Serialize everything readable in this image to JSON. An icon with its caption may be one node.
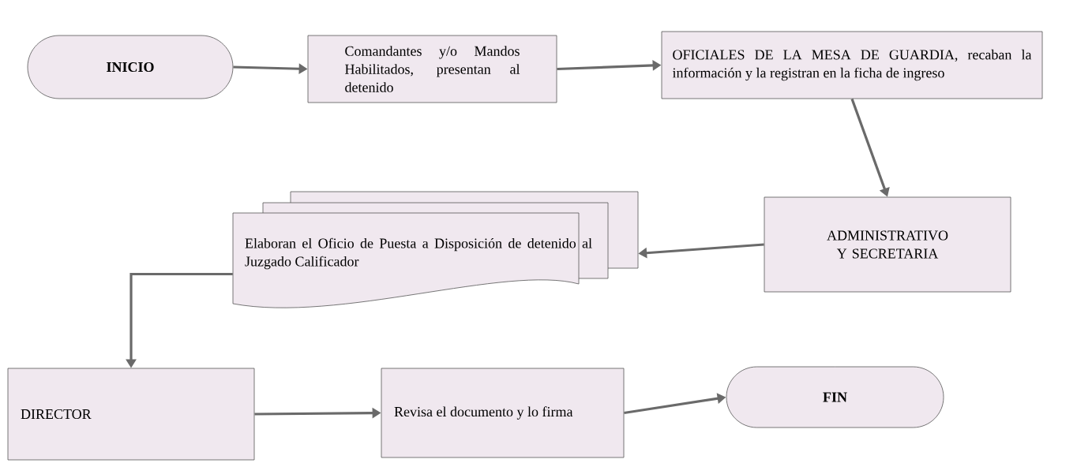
{
  "diagram": {
    "nodes": [
      {
        "text": [
          "INICIO"
        ]
      },
      {
        "text": [
          "Comandantes y/o Mandos Habilitados, presentan al detenido"
        ]
      },
      {
        "text": [
          "OFICIALES DE LA MESA DE GUARDIA, recaban la información y la registran en la ficha de ingreso"
        ]
      },
      {
        "text": [
          "ADMINISTRATIVO Y SECRETARIA"
        ]
      },
      {
        "text": [
          "Elaboran el Oficio de Puesta a Disposición de detenido al Juzgado Calificador"
        ]
      },
      {
        "text": [
          "DIRECTOR"
        ]
      },
      {
        "text": [
          "Revisa el documento y lo firma"
        ]
      },
      {
        "text": [
          "FIN"
        ]
      }
    ],
    "edges": [
      {
        "from": 0,
        "to": 1,
        "arrow": "to"
      },
      {
        "from": 1,
        "to": 2,
        "arrow": "to"
      },
      {
        "from": 2,
        "to": 3,
        "arrow": "to"
      },
      {
        "from": 3,
        "to": 4,
        "arrow": "to"
      },
      {
        "from": 4,
        "to": 5,
        "arrow": "to"
      },
      {
        "from": 5,
        "to": 6,
        "arrow": "to"
      },
      {
        "from": 6,
        "to": 7,
        "arrow": "to"
      }
    ]
  }
}
